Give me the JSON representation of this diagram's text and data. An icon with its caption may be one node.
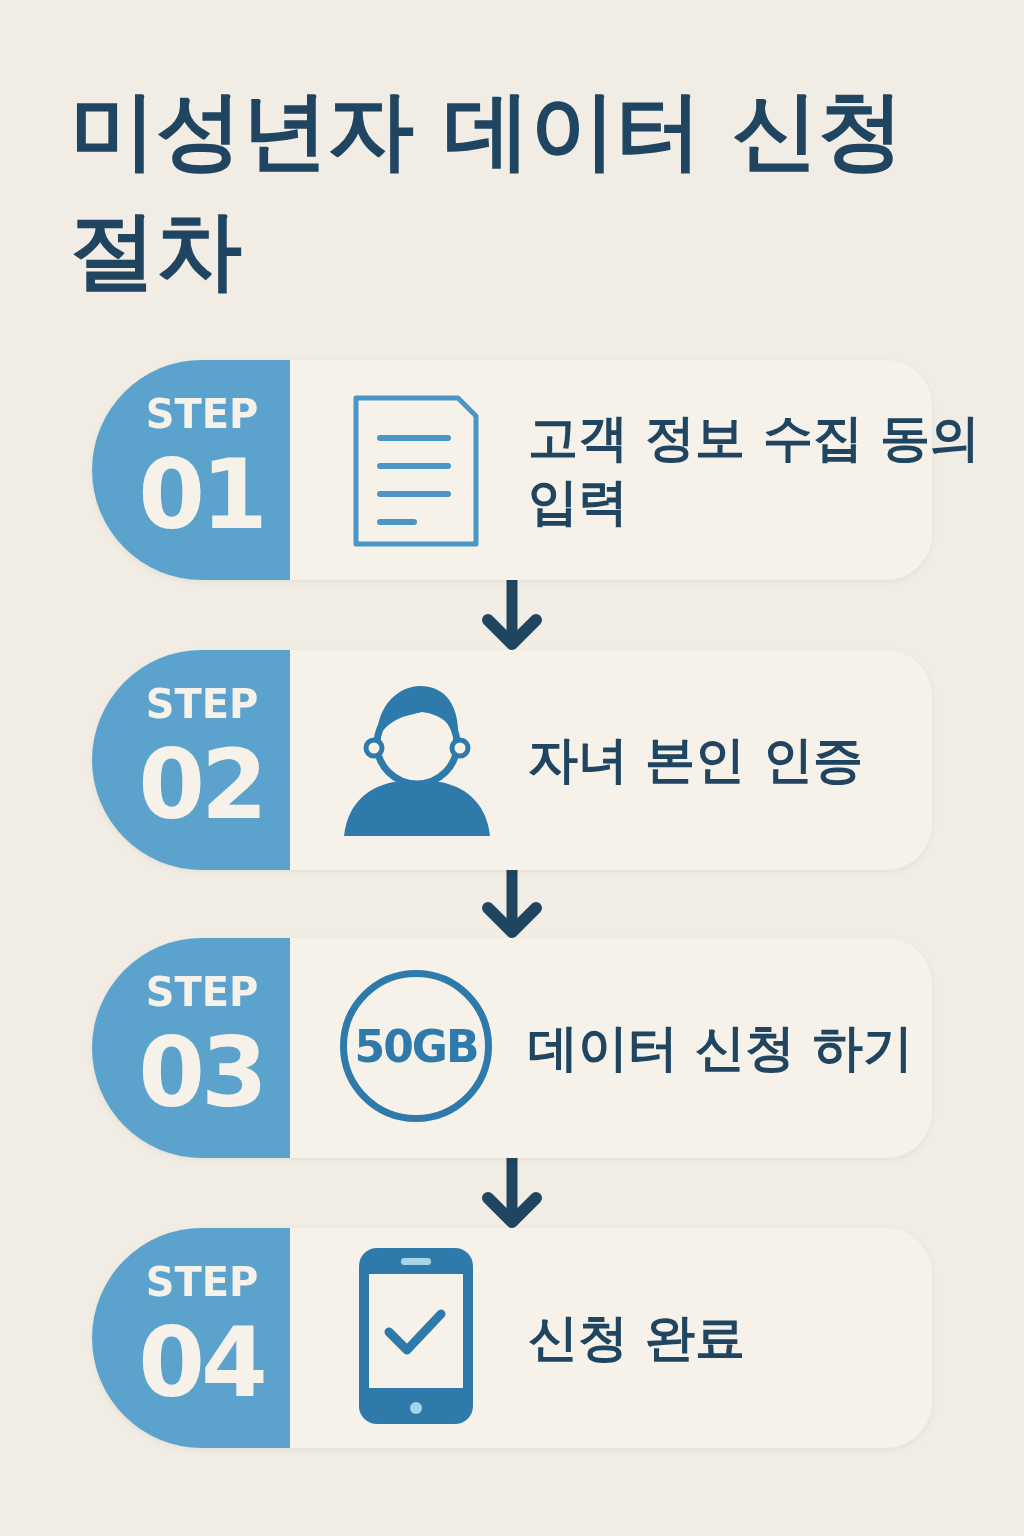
{
  "diagram": {
    "title": "미성년자 데이터 신청 절차",
    "nodes": [
      {
        "text": [
          "STEP",
          "01",
          "고객 정보 수집 동의 입력"
        ]
      },
      {
        "text": [
          "STEP",
          "02",
          "자녀 본인 인증"
        ]
      },
      {
        "text": [
          "STEP",
          "03",
          "데이터 신청 하기"
        ]
      },
      {
        "text": [
          "50GB"
        ],
        "in": 2
      },
      {
        "text": [
          "STEP",
          "04",
          "신청 완료"
        ]
      }
    ],
    "edges": [
      {
        "from": 0,
        "to": 1,
        "arrow": "to"
      },
      {
        "from": 1,
        "to": 2,
        "arrow": "to"
      },
      {
        "from": 2,
        "to": 4,
        "arrow": "to"
      }
    ]
  }
}
